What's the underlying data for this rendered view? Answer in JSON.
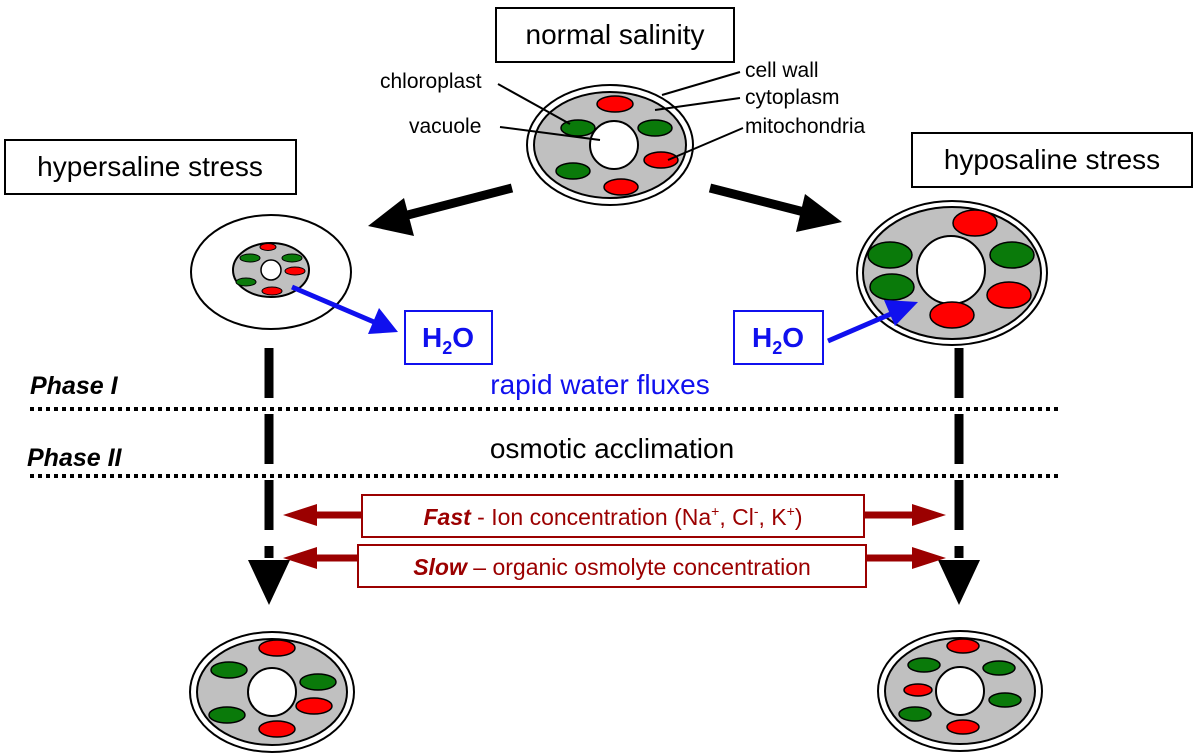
{
  "boxes": {
    "normal": "normal salinity",
    "hyper": "hypersaline stress",
    "hypo": "hyposaline stress"
  },
  "labels": {
    "chloroplast": "chloroplast",
    "vacuole": "vacuole",
    "cell_wall": "cell wall",
    "cytoplasm": "cytoplasm",
    "mitochondria": "mitochondria"
  },
  "water": {
    "h": "H",
    "sub": "2",
    "o": "O"
  },
  "phases": {
    "phase1": "Phase I",
    "phase2": "Phase II",
    "phase1_desc": "rapid water fluxes",
    "phase2_desc": "osmotic acclimation"
  },
  "rates": {
    "fast_label": "Fast",
    "fast_text": " - Ion concentration (Na",
    "fast_sup1": "+",
    "fast_mid1": ", Cl",
    "fast_sup2": "-",
    "fast_mid2": ", K",
    "fast_sup3": "+",
    "fast_end": ")",
    "slow_label": "Slow",
    "slow_text": " – organic osmolyte concentration"
  },
  "colors": {
    "chloroplast": "#0a7a0a",
    "mitochondria": "#ff0000",
    "cytoplasm": "#c0c0c0",
    "water": "#1010ee",
    "rate": "#9b0000"
  }
}
